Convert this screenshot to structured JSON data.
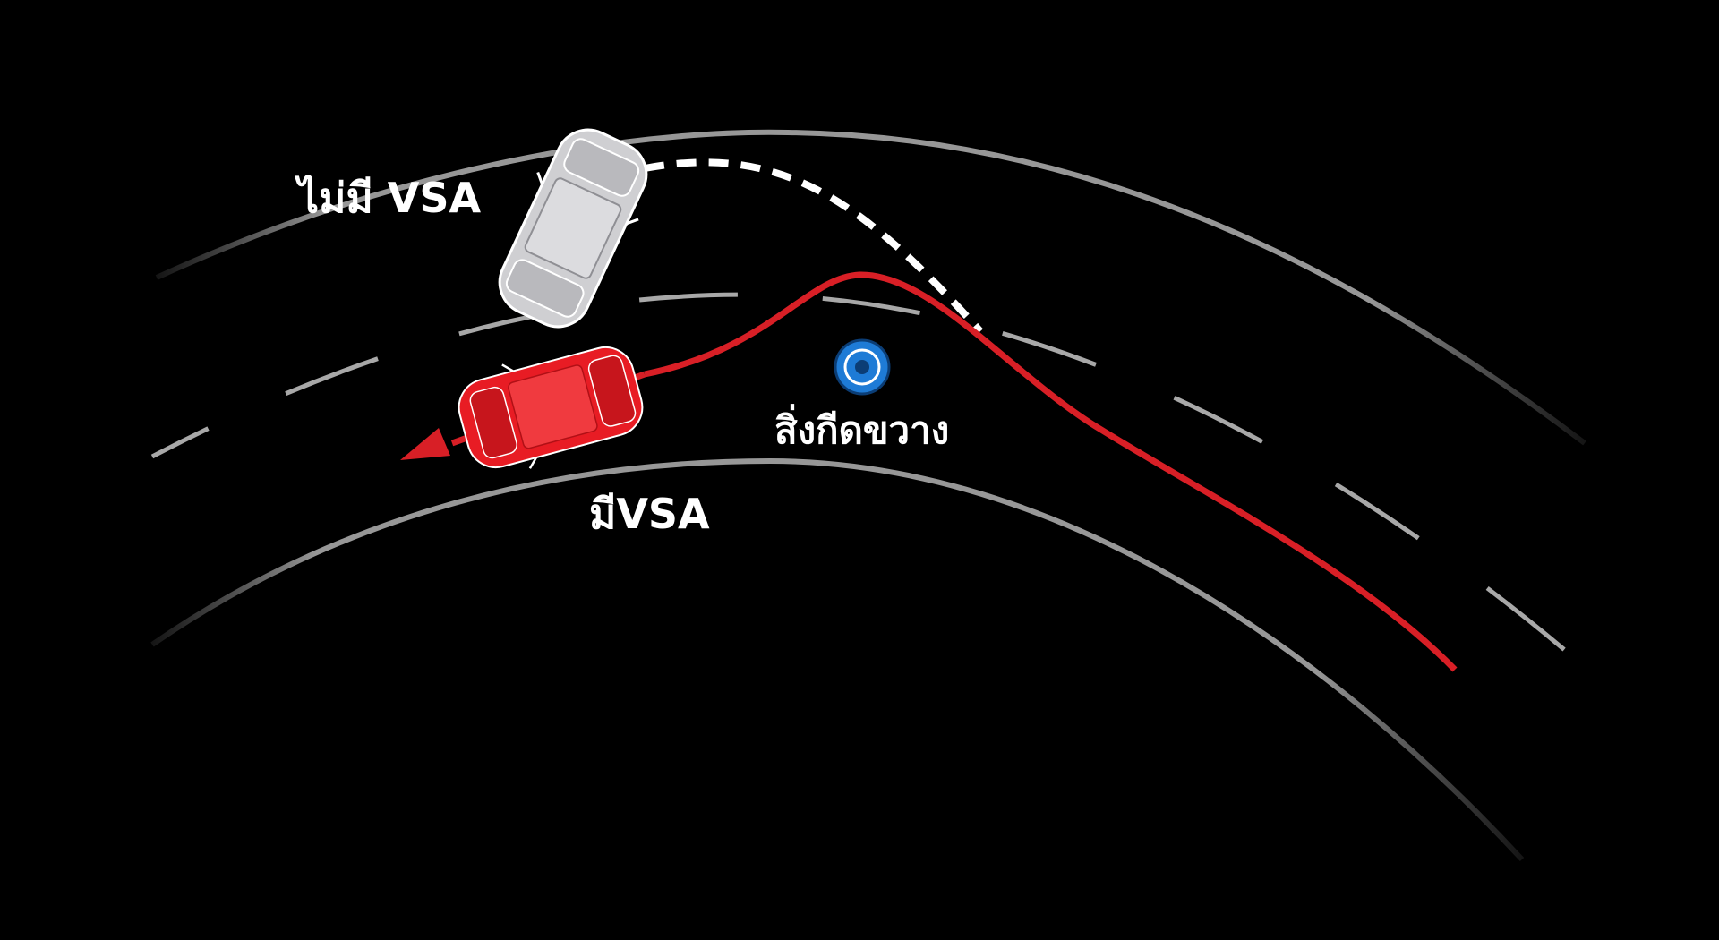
{
  "labels": {
    "without_vsa": "ไม่มี VSA",
    "with_vsa": "มีVSA",
    "obstacle": "สิ่งกีดขวาง"
  },
  "colors": {
    "background": "#000000",
    "road_edge": "#a0a0a0",
    "with_vsa_path": "#d81f26",
    "without_vsa_path": "#ffffff",
    "car_with_vsa": "#e81c24",
    "car_without_vsa": "#cfcfd2",
    "obstacle": "#1e7bd6"
  },
  "icons": {
    "obstacle": "target-circle-icon",
    "direction": "arrowhead-icon"
  }
}
